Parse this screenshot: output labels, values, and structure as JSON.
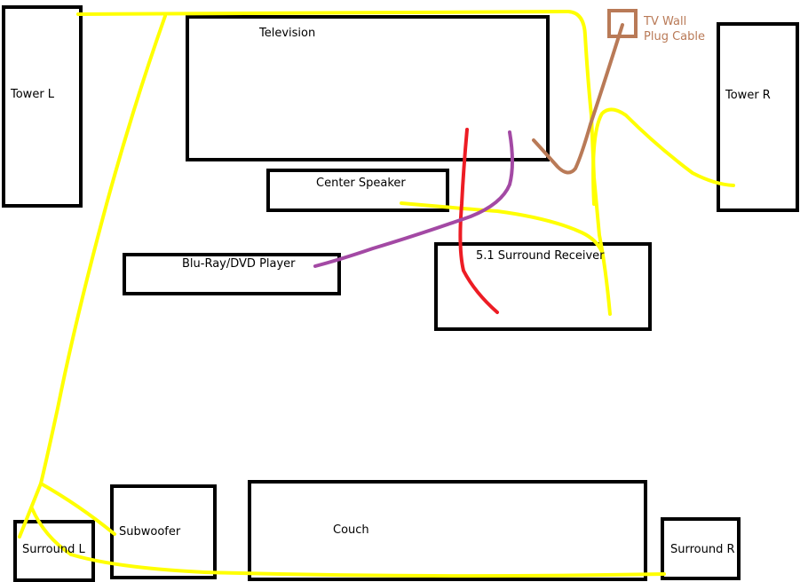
{
  "labels": {
    "television": "Television",
    "tower_l": "Tower L",
    "tower_r": "Tower R",
    "center_speaker": "Center Speaker",
    "bluray": "Blu-Ray/DVD Player",
    "receiver": "5.1 Surround Receiver",
    "subwoofer": "Subwoofer",
    "couch": "Couch",
    "surround_l": "Surround L",
    "surround_r": "Surround R",
    "wall_plug_line1": "TV Wall",
    "wall_plug_line2": "Plug Cable"
  },
  "colors": {
    "outline": "#000000",
    "speaker_wire": "#ffff00",
    "hdmi_red": "#ed1c24",
    "optical_purple": "#a349a4",
    "power_brown": "#b97a57",
    "background": "#ffffff"
  }
}
